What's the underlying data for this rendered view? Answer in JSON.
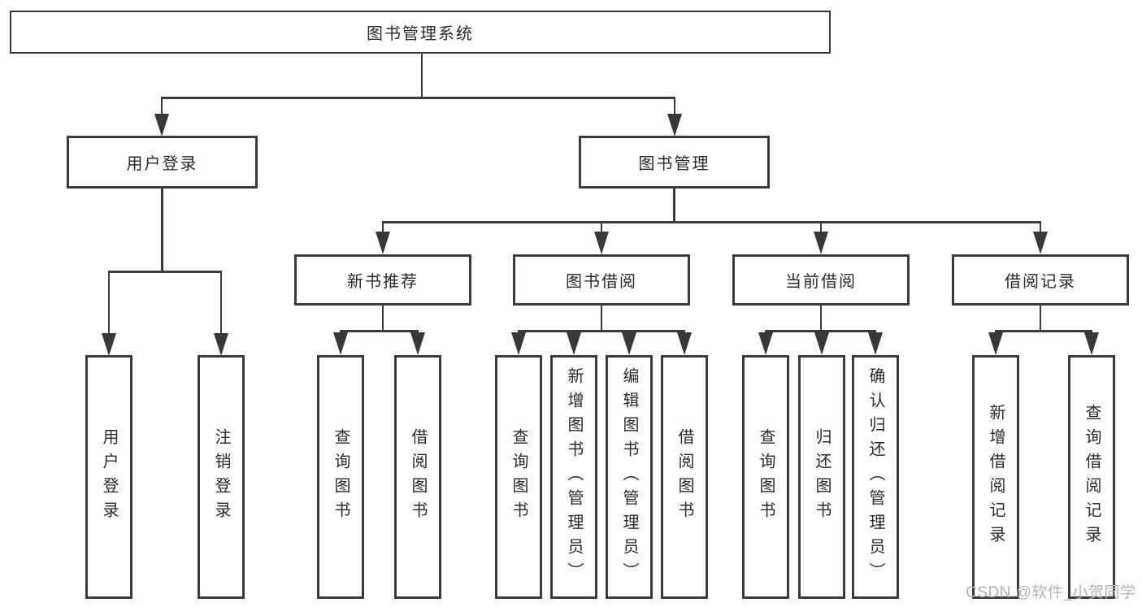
{
  "colors": {
    "line": "#3b3b3b",
    "text": "#2a2a2a",
    "box_background": "#ffffff",
    "page_background": "#ffffff",
    "watermark": "#b3b3b3"
  },
  "tree": {
    "label": "图书管理系统",
    "children": [
      {
        "label": "用户登录",
        "children": [
          {
            "label": "用户登录"
          },
          {
            "label": "注销登录"
          }
        ]
      },
      {
        "label": "图书管理",
        "children": [
          {
            "label": "新书推荐",
            "children": [
              {
                "label": "查询图书"
              },
              {
                "label": "借阅图书"
              }
            ]
          },
          {
            "label": "图书借阅",
            "children": [
              {
                "label": "查询图书"
              },
              {
                "label": "新增图书（管理员）"
              },
              {
                "label": "编辑图书（管理员）"
              },
              {
                "label": "借阅图书"
              }
            ]
          },
          {
            "label": "当前借阅",
            "children": [
              {
                "label": "查询图书"
              },
              {
                "label": "归还图书"
              },
              {
                "label": "确认归还（管理员）"
              }
            ]
          },
          {
            "label": "借阅记录",
            "children": [
              {
                "label": "新增借阅记录"
              },
              {
                "label": "查询借阅记录"
              }
            ]
          }
        ]
      }
    ]
  },
  "watermark": {
    "text": "CSDN @软件_小贺同学"
  }
}
